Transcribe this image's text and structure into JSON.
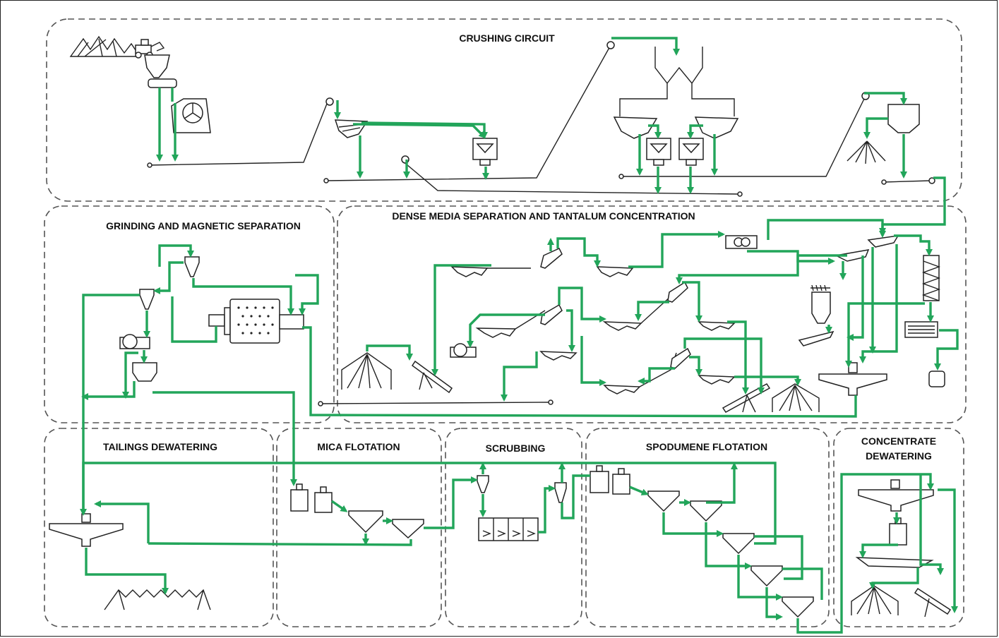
{
  "sections": {
    "crushing": "CRUSHING CIRCUIT",
    "grinding": "GRINDING AND MAGNETIC SEPARATION",
    "dms": "DENSE MEDIA SEPARATION AND TANTALUM CONCENTRATION",
    "tailings": "TAILINGS DEWATERING",
    "mica": "MICA FLOTATION",
    "scrubbing": "SCRUBBING",
    "spodumene": "SPODUMENE FLOTATION",
    "concentrate_line1": "CONCENTRATE",
    "concentrate_line2": "DEWATERING"
  },
  "colors": {
    "flow": "#22a55a",
    "equipment": "#222222",
    "section_border": "#555555"
  }
}
